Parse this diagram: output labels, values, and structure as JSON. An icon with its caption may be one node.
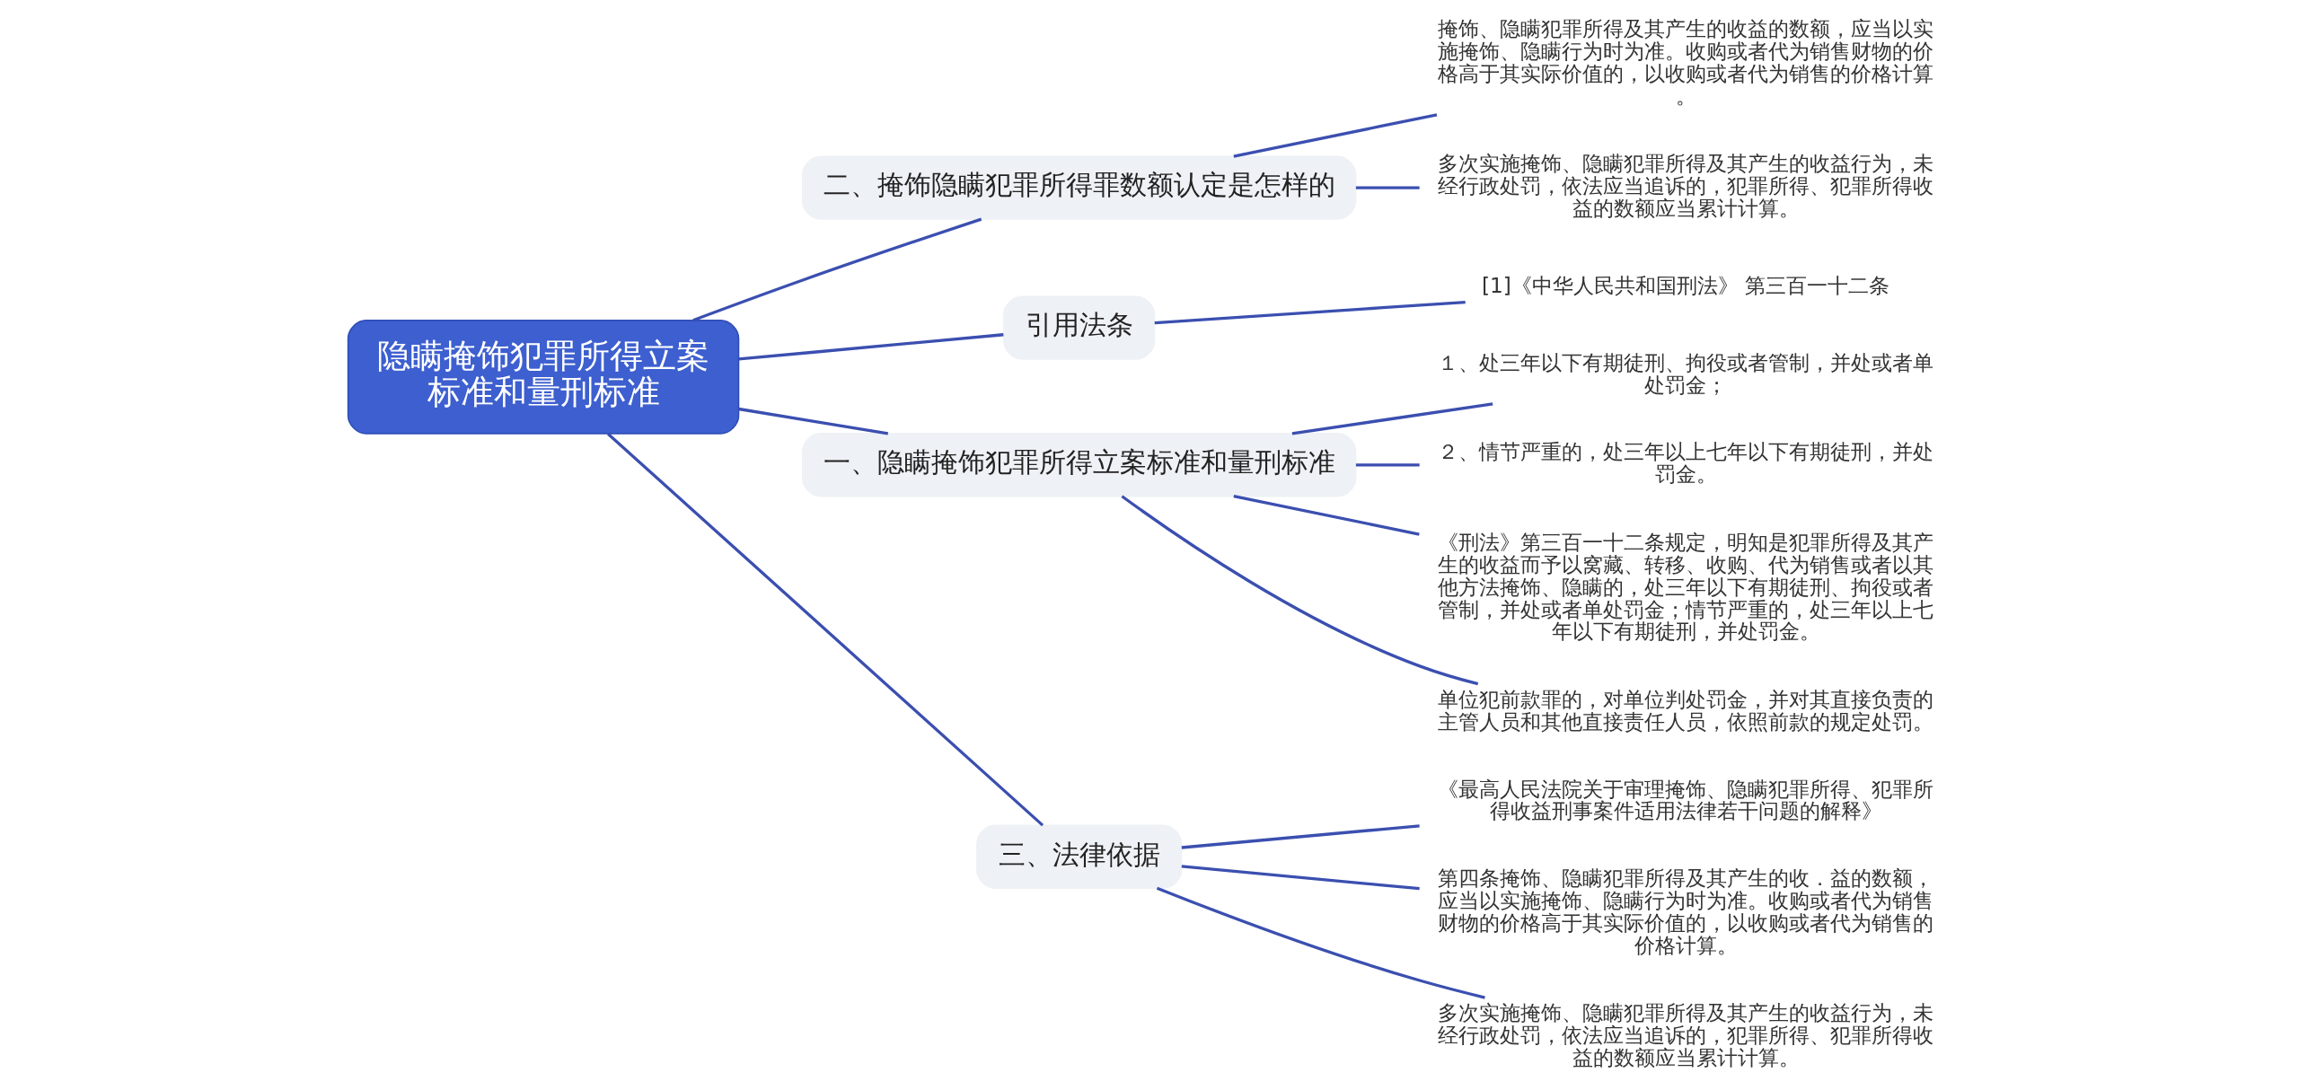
{
  "diagram": {
    "nodes": [
      {
        "text": [
          "隐瞒掩饰犯罪所得立案标准和量刑标准"
        ]
      },
      {
        "text": [
          "二、掩饰隐瞒犯罪所得罪数额认定是怎样的"
        ]
      },
      {
        "text": [
          "掩饰、隐瞒犯罪所得及其产生的收益的数额，应当以实施掩饰、隐瞒行为时为准。收购或者代为销售财物的价格高于其实际价值的，以收购或者代为销售的价格计算。"
        ]
      },
      {
        "text": [
          "多次实施掩饰、隐瞒犯罪所得及其产生的收益行为，未经行政处罚，依法应当追诉的，犯罪所得、犯罪所得收益的数额应当累计计算。"
        ]
      },
      {
        "text": [
          "引用法条"
        ]
      },
      {
        "text": [
          "[1]《中华人民共和国刑法》 第三百一十二条"
        ]
      },
      {
        "text": [
          "一、隐瞒掩饰犯罪所得立案标准和量刑标准"
        ]
      },
      {
        "text": [
          "１、处三年以下有期徒刑、拘役或者管制，并处或者单处罚金；"
        ]
      },
      {
        "text": [
          "２、情节严重的，处三年以上七年以下有期徒刑，并处罚金。"
        ]
      },
      {
        "text": [
          "《刑法》第三百一十二条规定，明知是犯罪所得及其产生的收益而予以窝藏、转移、收购、代为销售或者以其他方法掩饰、隐瞒的，处三年以下有期徒刑、拘役或者管制，并处或者单处罚金；情节严重的，处三年以上七年以下有期徒刑，并处罚金。"
        ]
      },
      {
        "text": [
          "单位犯前款罪的，对单位判处罚金，并对其直接负责的主管人员和其他直接责任人员，依照前款的规定处罚。"
        ]
      },
      {
        "text": [
          "三、法律依据"
        ]
      },
      {
        "text": [
          "《最高人民法院关于审理掩饰、隐瞒犯罪所得、犯罪所得收益刑事案件适用法律若干问题的解释》"
        ]
      },
      {
        "text": [
          "第四条掩饰、隐瞒犯罪所得及其产生的收．益的数额，应当以实施掩饰、隐瞒行为时为准。收购或者代为销售财物的价格高于其实际价值的，以收购或者代为销售的价格计算。"
        ]
      },
      {
        "text": [
          "多次实施掩饰、隐瞒犯罪所得及其产生的收益行为，未经行政处罚，依法应当追诉的，犯罪所得、犯罪所得收益的数额应当累计计算。"
        ]
      }
    ],
    "edges": [
      {
        "from": 0,
        "to": 1,
        "arrow": "none"
      },
      {
        "from": 1,
        "to": 2,
        "arrow": "none"
      },
      {
        "from": 1,
        "to": 3,
        "arrow": "none"
      },
      {
        "from": 0,
        "to": 4,
        "arrow": "none"
      },
      {
        "from": 4,
        "to": 5,
        "arrow": "none"
      },
      {
        "from": 0,
        "to": 6,
        "arrow": "none"
      },
      {
        "from": 6,
        "to": 7,
        "arrow": "none"
      },
      {
        "from": 6,
        "to": 8,
        "arrow": "none"
      },
      {
        "from": 6,
        "to": 9,
        "arrow": "none"
      },
      {
        "from": 6,
        "to": 10,
        "arrow": "none"
      },
      {
        "from": 0,
        "to": 11,
        "arrow": "none"
      },
      {
        "from": 11,
        "to": 12,
        "arrow": "none"
      },
      {
        "from": 11,
        "to": 13,
        "arrow": "none"
      },
      {
        "from": 11,
        "to": 14,
        "arrow": "none"
      }
    ]
  }
}
